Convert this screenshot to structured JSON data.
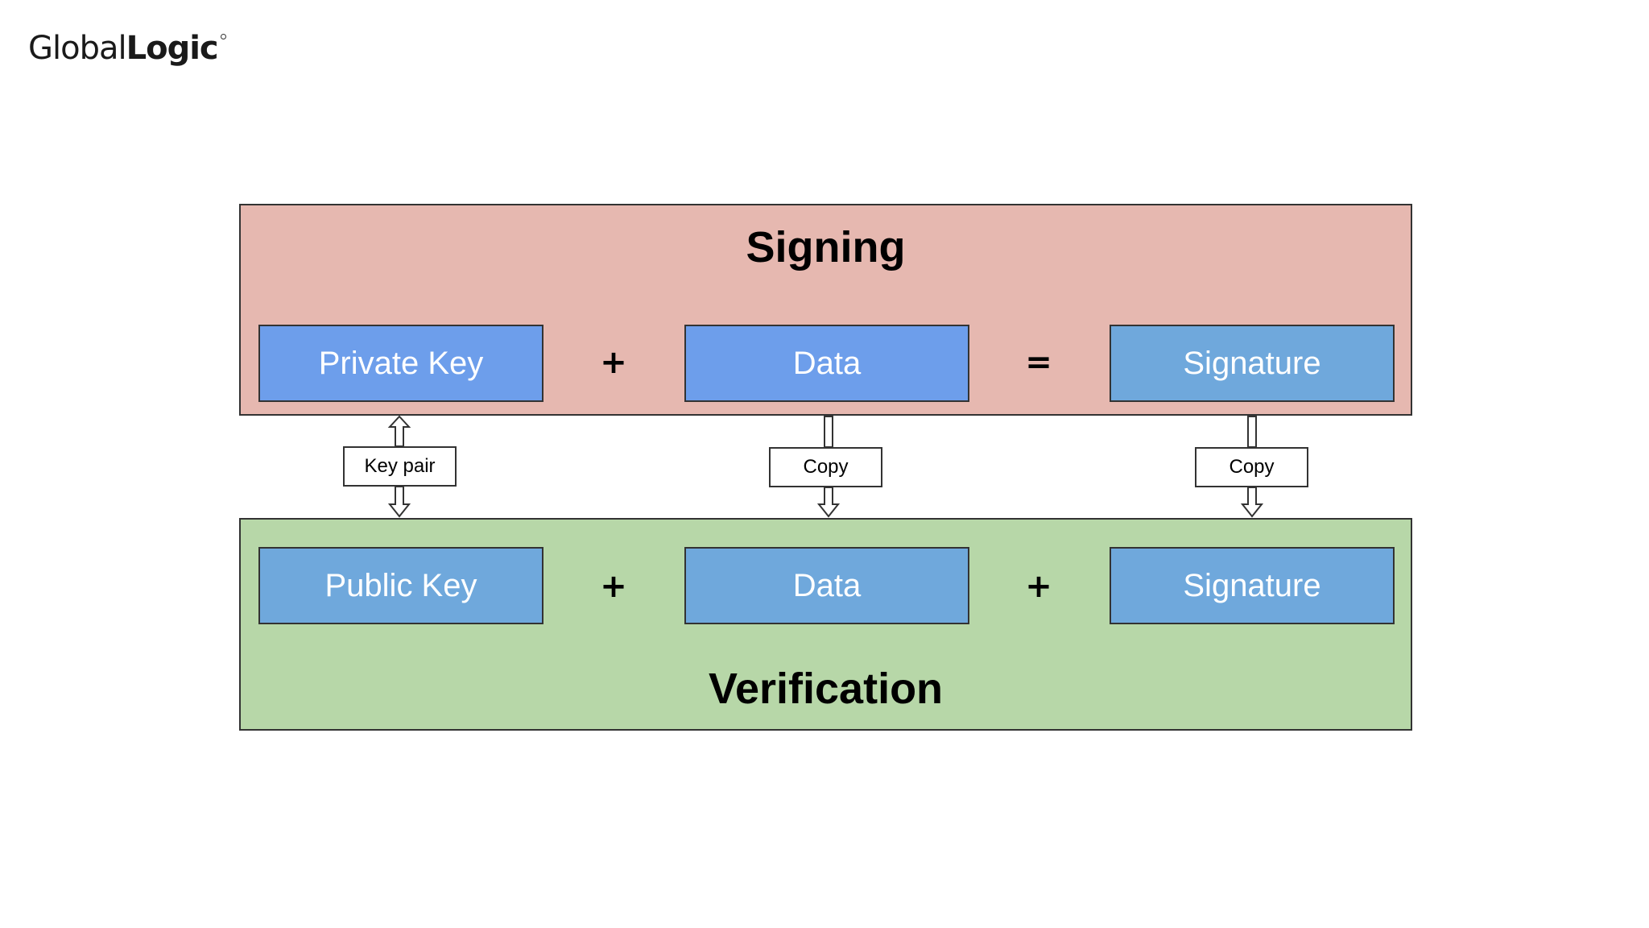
{
  "logo": {
    "part1": "Global",
    "part2": "Logic"
  },
  "signing": {
    "title": "Signing",
    "box1": "Private Key",
    "op1": "+",
    "box2": "Data",
    "op2": "=",
    "box3": "Signature",
    "colors": {
      "panel": "#e6b8b0",
      "box1": "#6d9eeb",
      "box2": "#6d9eeb",
      "box3": "#6fa8dc"
    }
  },
  "connectors": {
    "label1": "Key pair",
    "label2": "Copy",
    "label3": "Copy"
  },
  "verification": {
    "title": "Verification",
    "box1": "Public Key",
    "op1": "+",
    "box2": "Data",
    "op2": "+",
    "box3": "Signature",
    "colors": {
      "panel": "#b7d7a8",
      "box1": "#6fa8dc",
      "box2": "#6fa8dc",
      "box3": "#6fa8dc"
    }
  }
}
